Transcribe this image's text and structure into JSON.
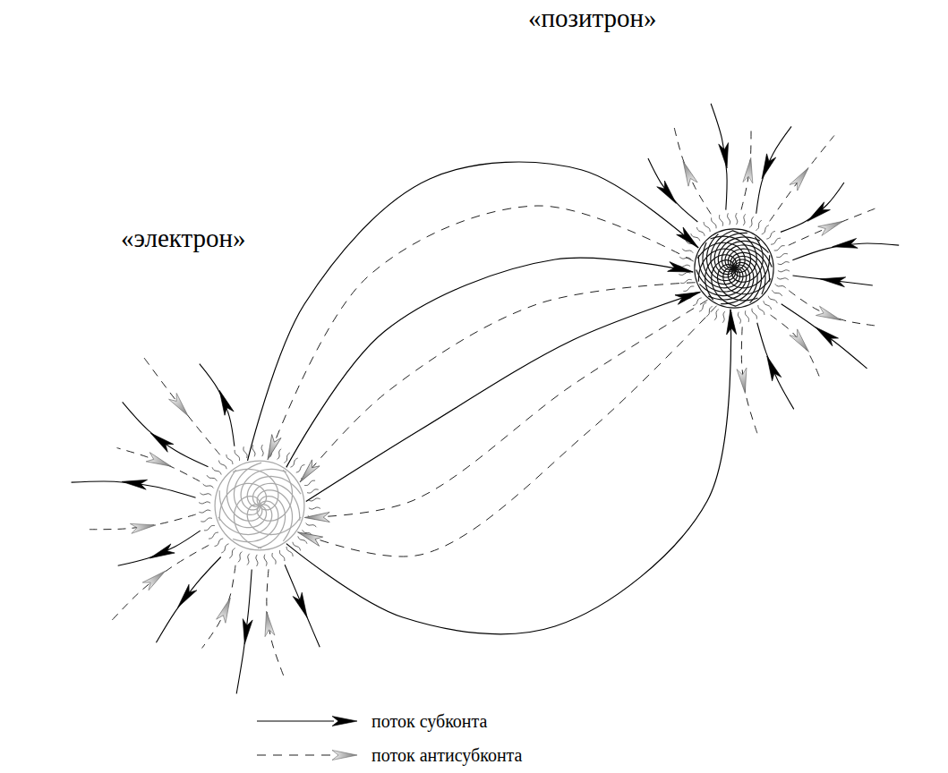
{
  "diagram": {
    "nodes": [
      {
        "text": [
          "«электрон»"
        ]
      },
      {
        "text": [
          "«позитрон»"
        ]
      }
    ],
    "edges": [
      {
        "from": 0,
        "to": 1,
        "arrow": "to"
      },
      {
        "from": 0,
        "to": 1,
        "arrow": "to"
      },
      {
        "from": 0,
        "to": 1,
        "arrow": "to"
      },
      {
        "from": 0,
        "to": 1,
        "arrow": "to"
      },
      {
        "from": 1,
        "to": 0,
        "arrow": "to"
      },
      {
        "from": 1,
        "to": 0,
        "arrow": "to"
      },
      {
        "from": 1,
        "to": 0,
        "arrow": "to"
      },
      {
        "from": 1,
        "to": 0,
        "arrow": "to"
      }
    ],
    "legend": [
      {
        "text": "поток субконта"
      },
      {
        "text": "поток антисубконта"
      }
    ]
  }
}
